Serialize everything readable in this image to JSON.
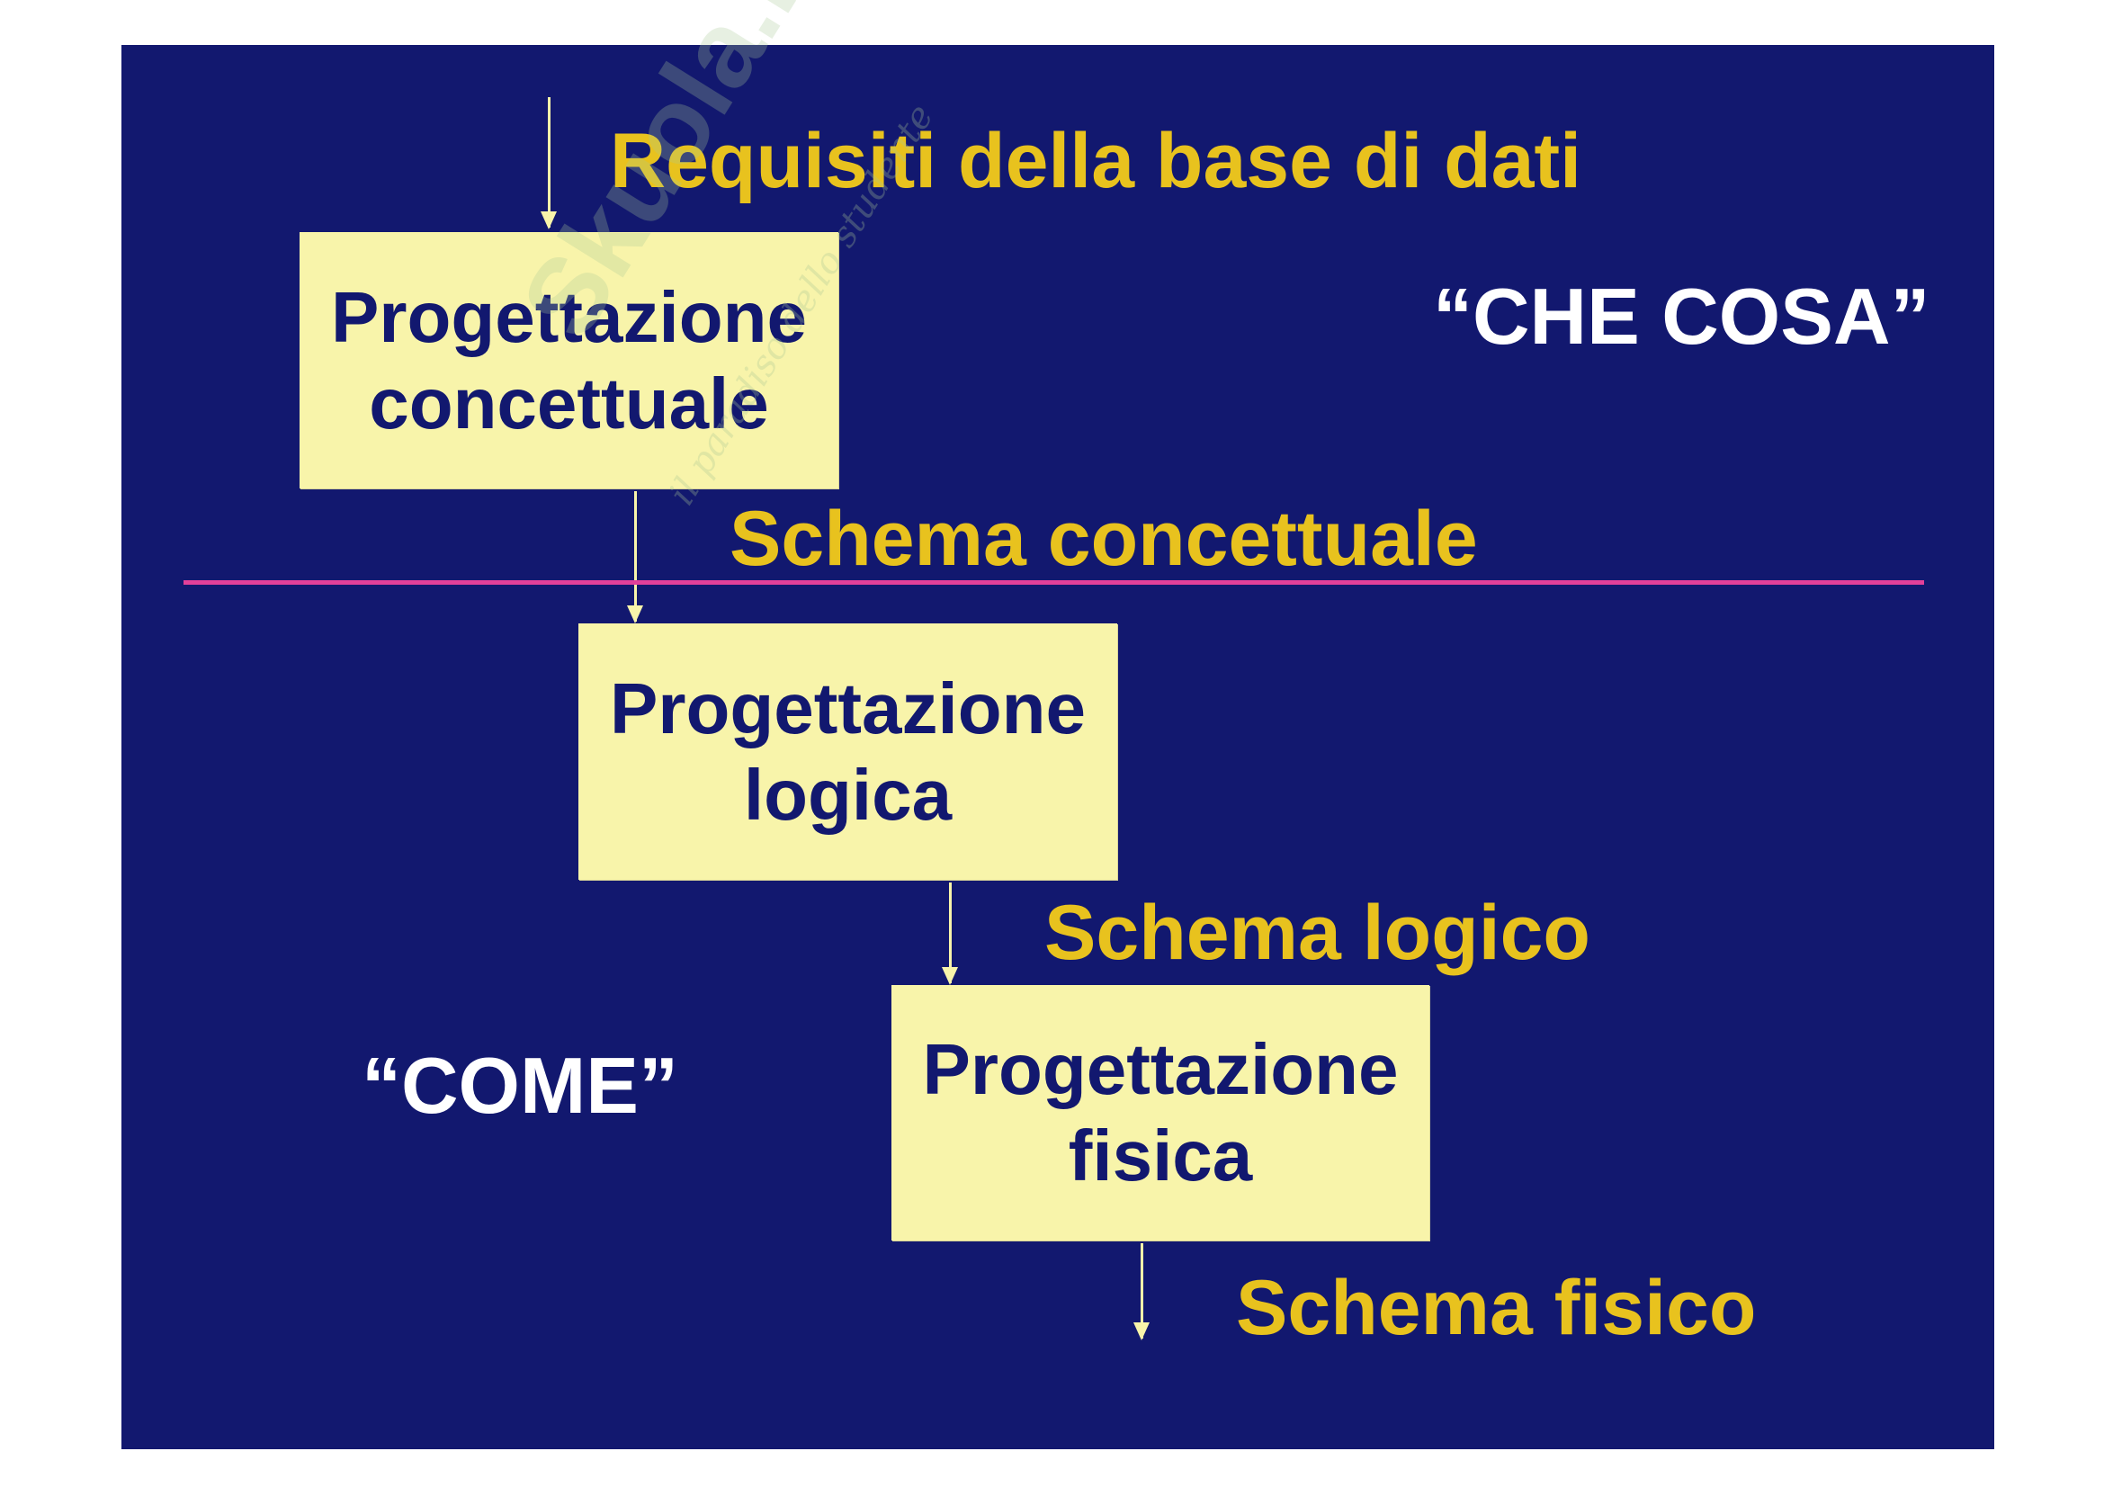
{
  "top_input": "Requisiti della base di dati",
  "boxes": [
    {
      "line1": "Progettazione",
      "line2": "concettuale"
    },
    {
      "line1": "Progettazione",
      "line2": "logica"
    },
    {
      "line1": "Progettazione",
      "line2": "fisica"
    }
  ],
  "outputs": {
    "conceptual": "Schema concettuale",
    "logical": "Schema logico",
    "physical": "Schema fisico"
  },
  "labels": {
    "what": "“CHE COSA”",
    "how": "“COME”"
  },
  "watermark": {
    "brand": "Skuola.net",
    "tagline": "il paradiso dello studente"
  },
  "colors": {
    "background": "#12186f",
    "box": "#f8f4aa",
    "label": "#e8c21e",
    "divider": "#e2409a"
  }
}
